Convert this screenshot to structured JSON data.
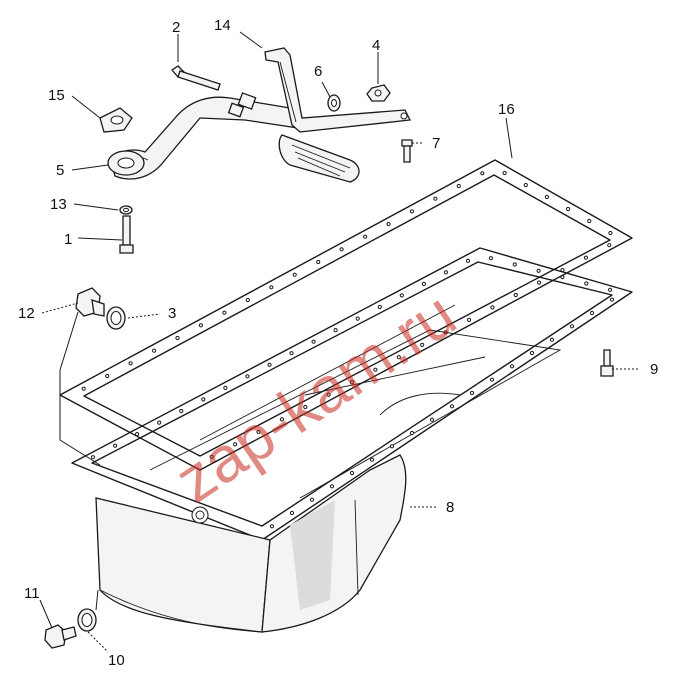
{
  "watermark": "zap-kam.ru",
  "callouts": {
    "c1": "1",
    "c2": "2",
    "c3": "3",
    "c4": "4",
    "c5": "5",
    "c6": "6",
    "c7": "7",
    "c8": "8",
    "c9": "9",
    "c10": "10",
    "c11": "11",
    "c12": "12",
    "c13": "13",
    "c14": "14",
    "c15": "15",
    "c16": "16"
  }
}
